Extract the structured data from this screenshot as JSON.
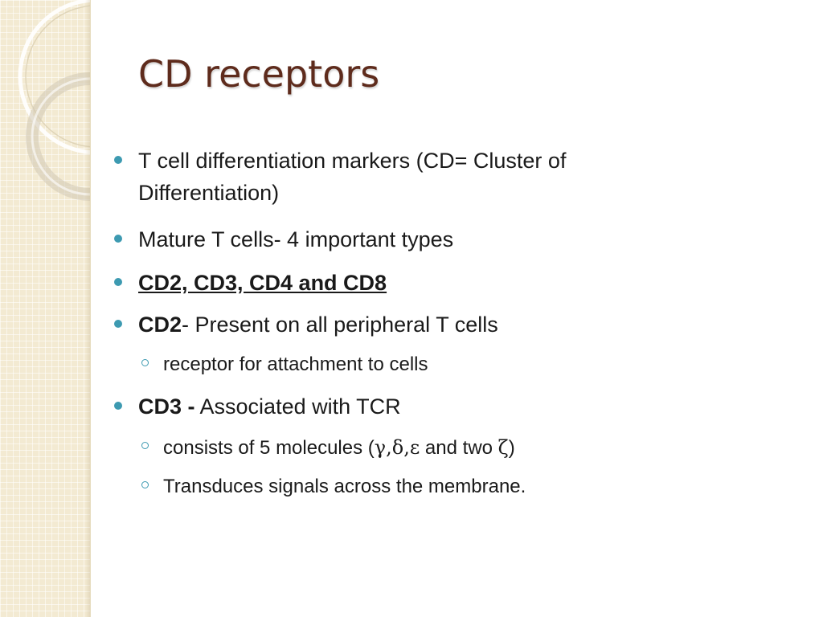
{
  "slide": {
    "title": "CD receptors",
    "colors": {
      "title": "#5e2b1c",
      "bullet": "#3d9ab1",
      "strip": "#f3ead2"
    },
    "bullets": [
      {
        "text_line1": "T cell differentiation markers (CD= Cluster of",
        "text_line2": "Differentiation)"
      },
      {
        "text": "Mature T cells- 4 important types"
      },
      {
        "text": "CD2, CD3, CD4 and CD8"
      },
      {
        "bold": "CD2",
        "text": "- Present on all peripheral T cells"
      },
      {
        "bold": "CD3 -",
        "text": " Associated with TCR"
      }
    ],
    "subbullets": [
      {
        "text": "receptor for attachment to cells"
      },
      {
        "prefix": "consists of 5 molecules (",
        "greek1": "γ,δ,ε",
        "middle": " and two ",
        "greek2": "ζ",
        "suffix": ")"
      },
      {
        "text": "Transduces signals across the membrane."
      }
    ]
  }
}
